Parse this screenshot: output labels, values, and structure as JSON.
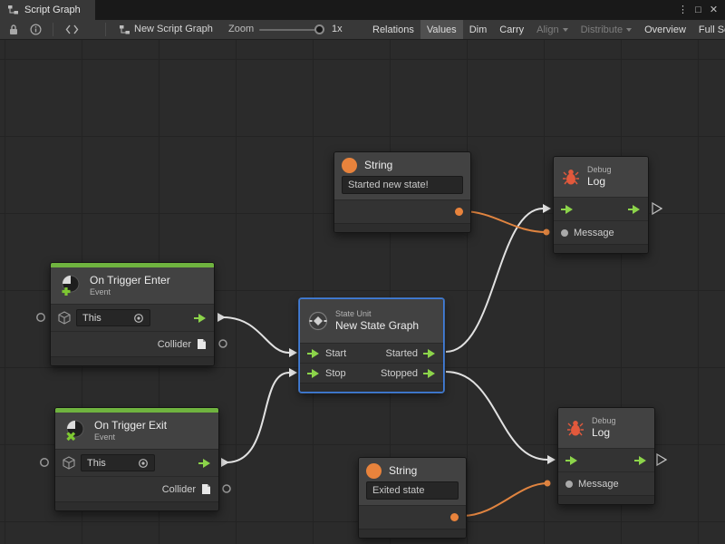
{
  "tab_bar": {
    "title": "Script Graph"
  },
  "window_controls": {
    "menu": "⋮",
    "maximize": "□",
    "close": "✕"
  },
  "toolbar": {
    "graph_name": "New Script Graph",
    "zoom_label": "Zoom",
    "zoom_value": "1x",
    "buttons": {
      "relations": "Relations",
      "values": "Values",
      "dim": "Dim",
      "carry": "Carry",
      "align": "Align",
      "distribute": "Distribute",
      "overview": "Overview",
      "fullscreen": "Full Screen"
    }
  },
  "nodes": {
    "string_top": {
      "title": "String",
      "value": "Started new state!"
    },
    "debug_top": {
      "category": "Debug",
      "title": "Log",
      "input_label": "Message"
    },
    "trigger_enter": {
      "title": "On Trigger Enter",
      "subtitle": "Event",
      "target_value": "This",
      "output_label": "Collider"
    },
    "state_unit": {
      "category": "State Unit",
      "title": "New State Graph",
      "in1": "Start",
      "in2": "Stop",
      "out1": "Started",
      "out2": "Stopped"
    },
    "trigger_exit": {
      "title": "On Trigger Exit",
      "subtitle": "Event",
      "target_value": "This",
      "output_label": "Collider"
    },
    "string_bottom": {
      "title": "String",
      "value": "Exited state"
    },
    "debug_bottom": {
      "category": "Debug",
      "title": "Log",
      "input_label": "Message"
    }
  },
  "colors": {
    "flow_green": "#8cd44a",
    "value_orange": "#e8833c",
    "selection_blue": "#3e7de0",
    "event_accent_green": "#6fb33f",
    "wire_white": "#e2e2e2"
  }
}
